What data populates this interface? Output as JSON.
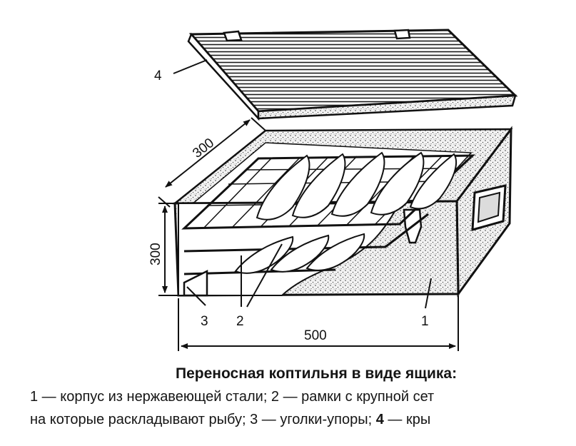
{
  "diagram": {
    "dimensions": {
      "depth": "300",
      "height": "300",
      "length": "500"
    },
    "callouts": {
      "c1": "1",
      "c2": "2",
      "c3": "3",
      "c4": "4"
    }
  },
  "caption": {
    "title": "Переносная коптильня в виде ящика:",
    "line1": "1 — корпус из нержавеющей стали; 2 — рамки с крупной сет",
    "line2_before": "на которые раскладывают рыбу; 3 — уголки-упоры; ",
    "line2_bold": "4",
    "line2_after": " — кры"
  }
}
